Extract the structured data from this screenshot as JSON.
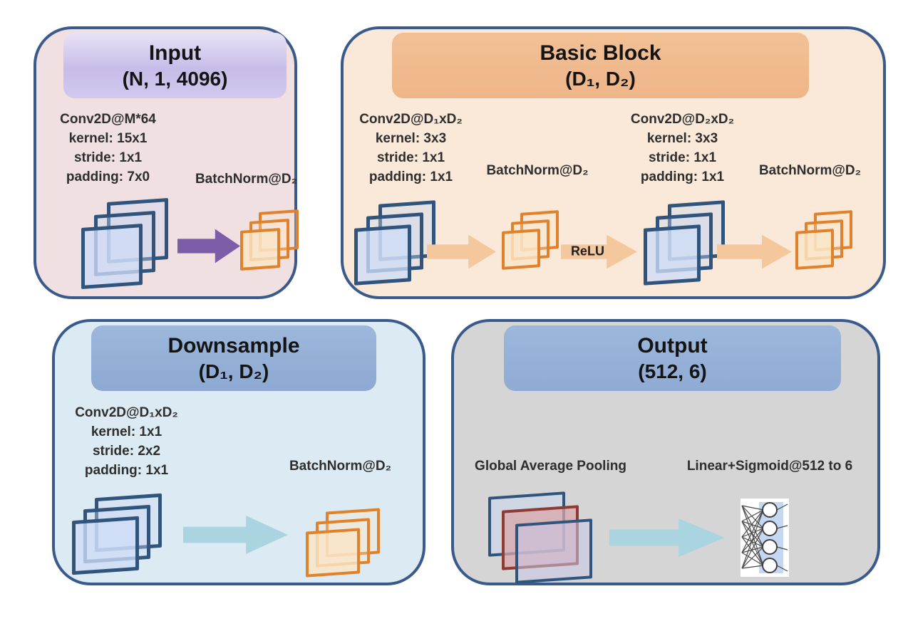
{
  "theme": {
    "canvas-bg": "#ffffff",
    "block-border": "#3a5a8c",
    "input-bg": "#f0e0e1",
    "basic-bg": "#fae9d8",
    "down-bg": "#dcebf3",
    "output-bg": "#d5d5d5",
    "input-header": "#c8bce8",
    "basic-header": "#eeb588",
    "down-header": "#93aed6",
    "output-header": "#93b0d8",
    "arrow-purple": "#7b5ea7",
    "arrow-peach": "#f4c89c",
    "arrow-cyan": "#a9d4e0",
    "fmap-blue-stroke": "#31547c",
    "fmap-orange-stroke": "#e0812b",
    "fmap-red-stroke": "#8d3b33"
  },
  "icons": {
    "feature-map-stack": "three-overlapping-planes",
    "flow-arrow": "right-arrow",
    "dense-layer": "neural-network-nodes"
  },
  "blocks": {
    "input": {
      "title": "Input",
      "subtitle": "(N, 1, 4096)",
      "conv": {
        "name": "Conv2D@M*64",
        "kernel": "kernel: 15x1",
        "stride": "stride: 1x1",
        "padding": "padding: 7x0"
      },
      "batchnorm": "BatchNorm@D₂"
    },
    "basic": {
      "title": "Basic Block",
      "subtitle": "(D₁, D₂)",
      "conv1": {
        "name": "Conv2D@D₁xD₂",
        "kernel": "kernel: 3x3",
        "stride": "stride: 1x1",
        "padding": "padding: 1x1"
      },
      "batchnorm1": "BatchNorm@D₂",
      "relu": "ReLU",
      "conv2": {
        "name": "Conv2D@D₂xD₂",
        "kernel": "kernel: 3x3",
        "stride": "stride: 1x1",
        "padding": "padding: 1x1"
      },
      "batchnorm2": "BatchNorm@D₂"
    },
    "downsample": {
      "title": "Downsample",
      "subtitle": "(D₁, D₂)",
      "conv": {
        "name": "Conv2D@D₁xD₂",
        "kernel": "kernel: 1x1",
        "stride": "stride: 2x2",
        "padding": "padding: 1x1"
      },
      "batchnorm": "BatchNorm@D₂"
    },
    "output": {
      "title": "Output",
      "subtitle": "(512, 6)",
      "gap": "Global Average Pooling",
      "linear": "Linear+Sigmoid@512 to 6"
    }
  }
}
